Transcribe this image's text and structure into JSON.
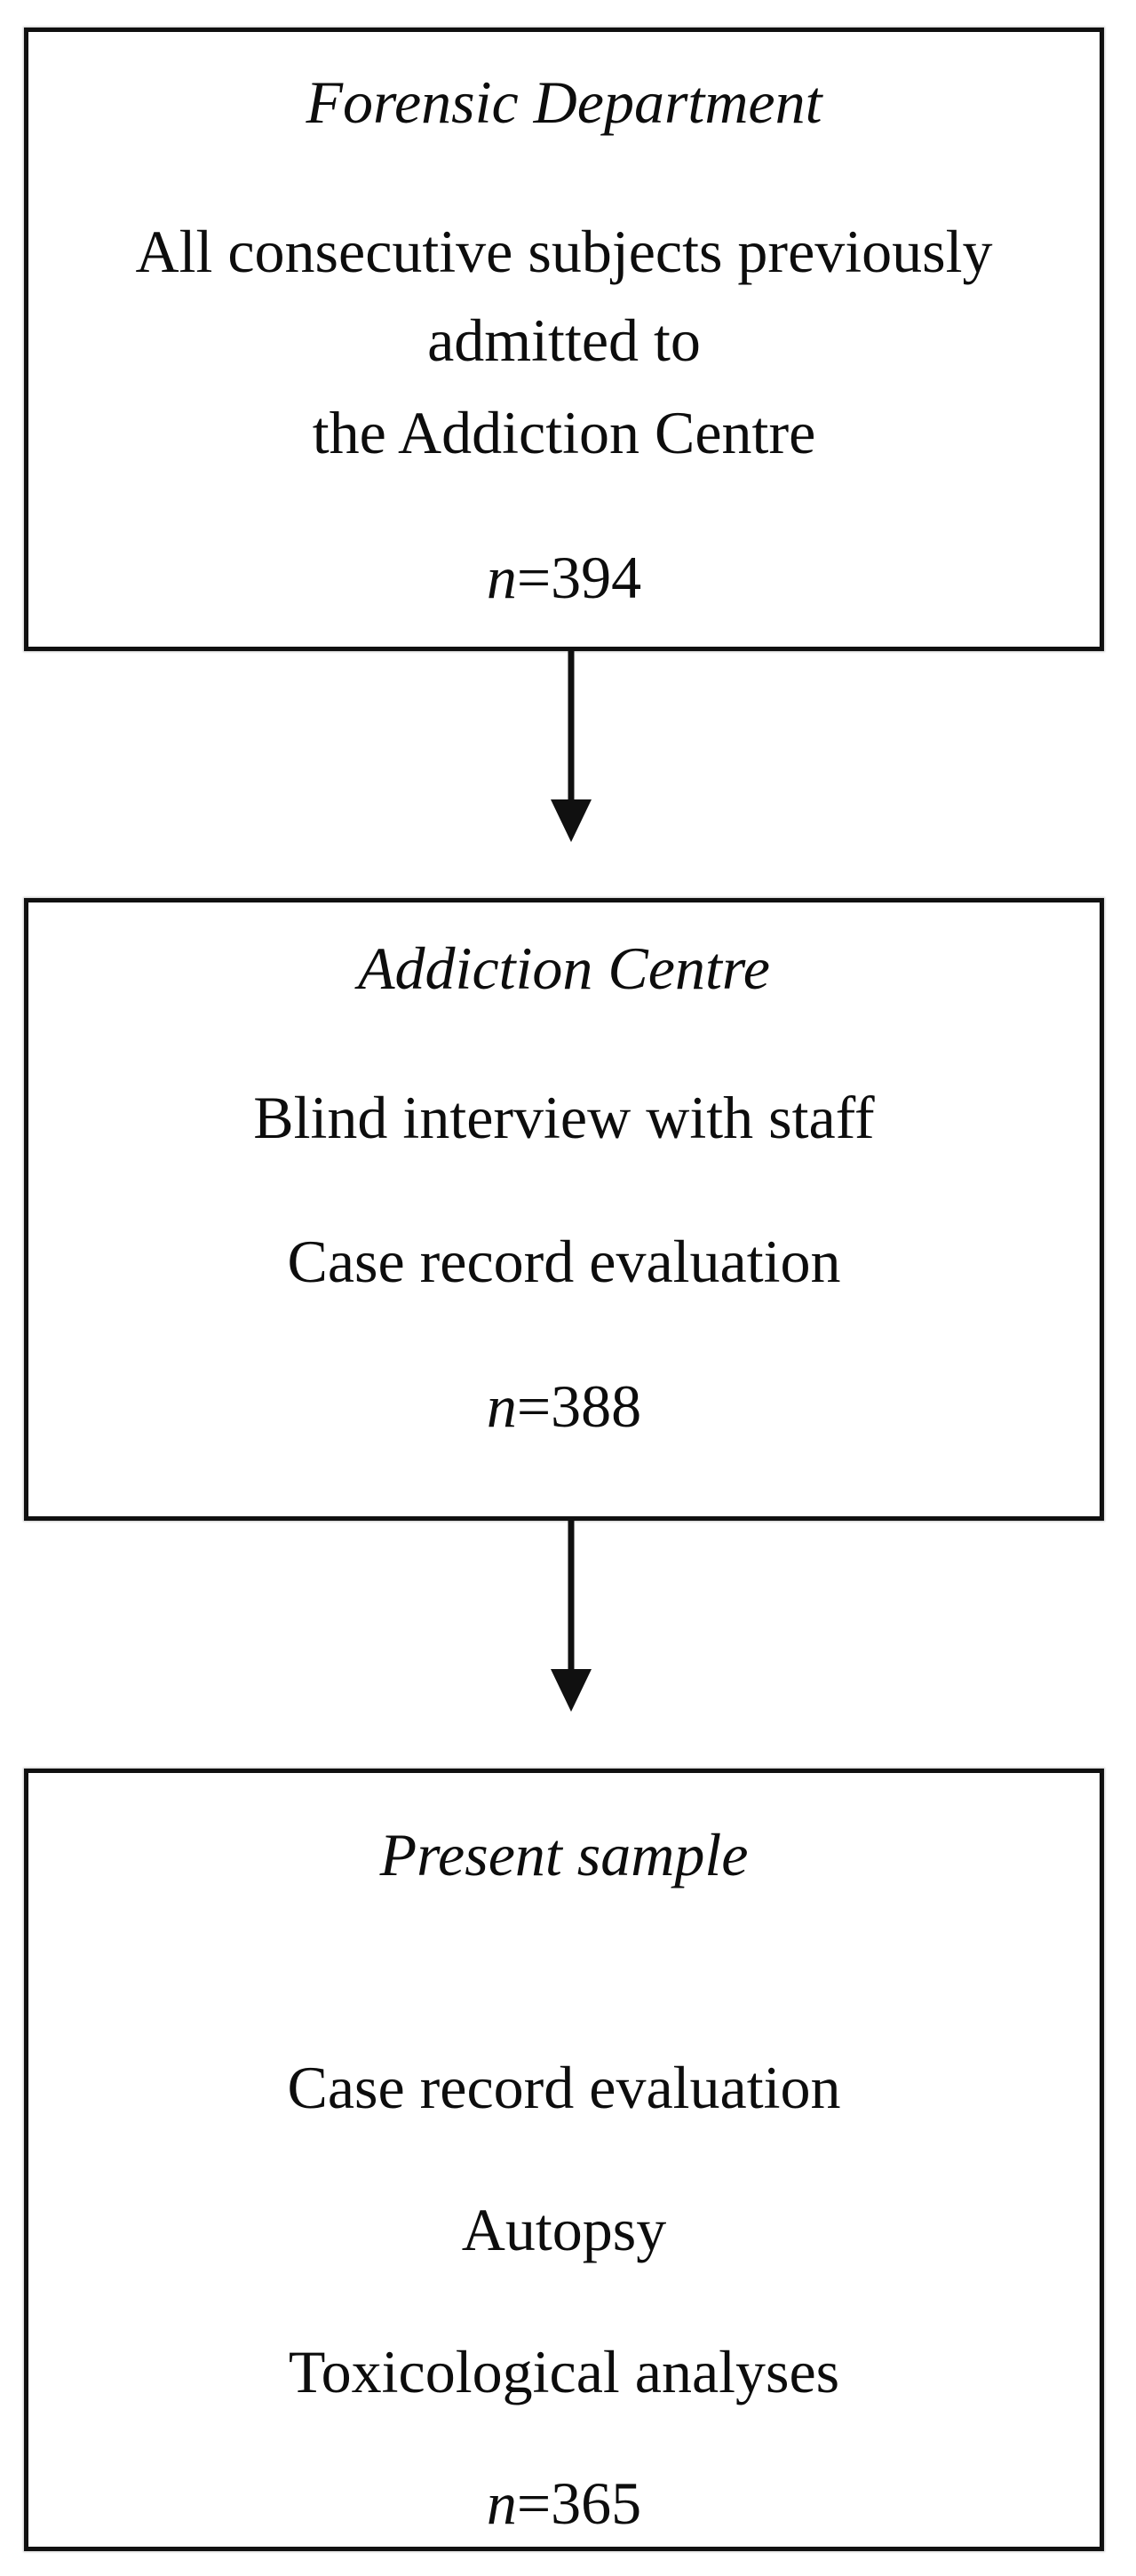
{
  "figure": {
    "type": "flowchart",
    "background": "#ffffff",
    "colors": {
      "border": "#101010",
      "text": "#0d0d0d"
    },
    "boxes": [
      {
        "id": "forensic-department",
        "title": "Forensic Department",
        "lines": [
          "All consecutive subjects previously",
          "admitted to",
          "the Addiction Centre"
        ],
        "n_symbol": "n",
        "n_rest": "=394"
      },
      {
        "id": "addiction-centre",
        "title": "Addiction Centre",
        "lines": [
          "Blind interview with staff",
          "Case record evaluation"
        ],
        "n_symbol": "n",
        "n_rest": "=388"
      },
      {
        "id": "present-sample",
        "title": "Present sample",
        "lines": [
          "Case record evaluation",
          "Autopsy",
          "Toxicological analyses"
        ],
        "n_symbol": "n",
        "n_rest": "=365"
      }
    ],
    "connectors": [
      {
        "from": "forensic-department",
        "to": "addiction-centre",
        "direction": "down"
      },
      {
        "from": "addiction-centre",
        "to": "present-sample",
        "direction": "down"
      }
    ]
  }
}
